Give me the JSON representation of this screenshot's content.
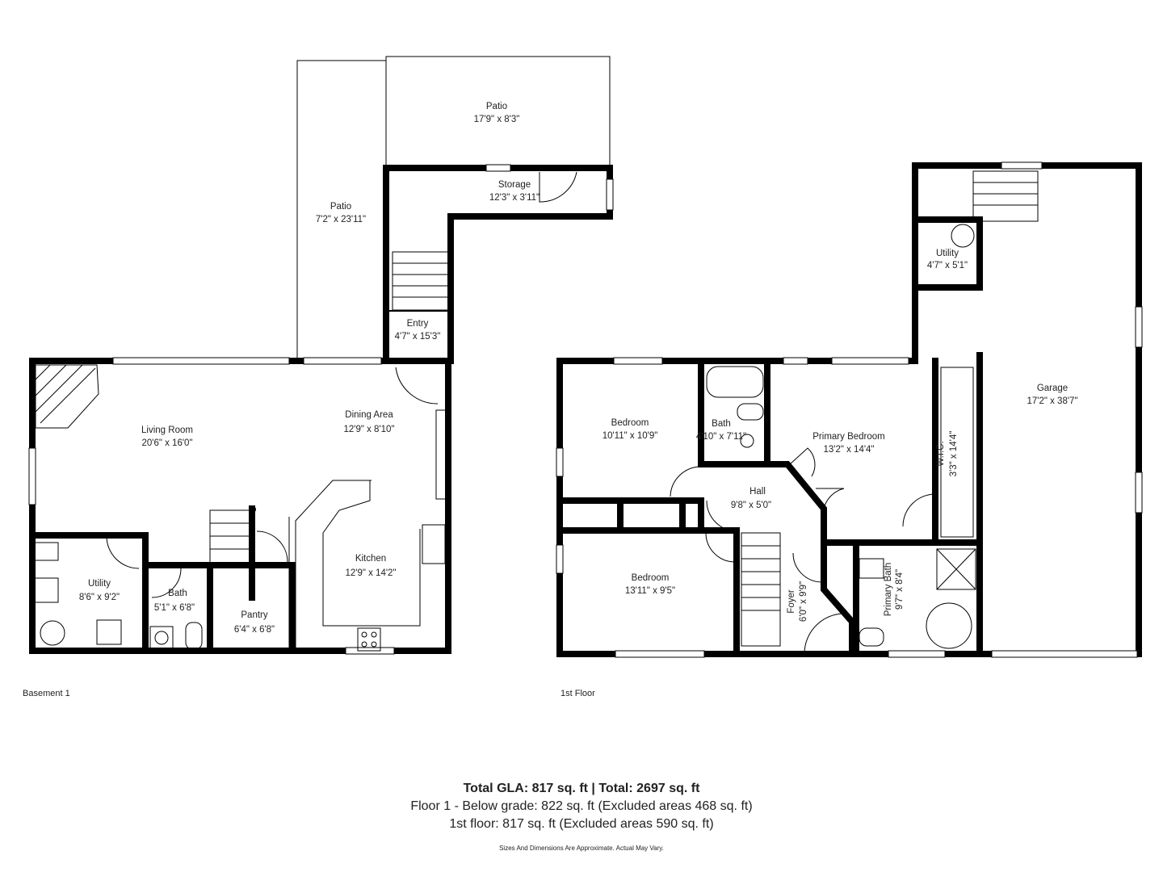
{
  "floors": [
    {
      "name": "Basement 1",
      "rooms": [
        {
          "name": "Patio",
          "dims": "17'9\" x 8'3\""
        },
        {
          "name": "Patio",
          "dims": "7'2\" x 23'11\""
        },
        {
          "name": "Storage",
          "dims": "12'3\" x 3'11\""
        },
        {
          "name": "Entry",
          "dims": "4'7\" x 15'3\""
        },
        {
          "name": "Living Room",
          "dims": "20'6\" x 16'0\""
        },
        {
          "name": "Dining Area",
          "dims": "12'9\" x 8'10\""
        },
        {
          "name": "Kitchen",
          "dims": "12'9\" x 14'2\""
        },
        {
          "name": "Utility",
          "dims": "8'6\" x 9'2\""
        },
        {
          "name": "Bath",
          "dims": "5'1\" x 6'8\""
        },
        {
          "name": "Pantry",
          "dims": "6'4\" x 6'8\""
        }
      ]
    },
    {
      "name": "1st Floor",
      "rooms": [
        {
          "name": "Utility",
          "dims": "4'7\" x 5'1\""
        },
        {
          "name": "Garage",
          "dims": "17'2\" x 38'7\""
        },
        {
          "name": "Bedroom",
          "dims": "10'11\" x 10'9\""
        },
        {
          "name": "Bath",
          "dims": "4'10\" x 7'11\""
        },
        {
          "name": "Primary Bedroom",
          "dims": "13'2\" x 14'4\""
        },
        {
          "name": "W.I.C.",
          "dims": "3'3\" x 14'4\""
        },
        {
          "name": "Hall",
          "dims": "9'8\" x 5'0\""
        },
        {
          "name": "Bedroom",
          "dims": "13'11\" x 9'5\""
        },
        {
          "name": "Foyer",
          "dims": "6'0\" x 9'9\""
        },
        {
          "name": "Primary Bath",
          "dims": "9'7\" x 8'4\""
        }
      ]
    }
  ],
  "summary": {
    "total": "Total GLA: 817 sq. ft | Total: 2697 sq. ft",
    "floor1": "Floor 1 - Below grade: 822 sq. ft (Excluded areas 468 sq. ft)",
    "floor2": "1st floor: 817 sq. ft (Excluded areas 590 sq. ft)",
    "disclaimer": "Sizes And Dimensions Are Approximate. Actual May Vary."
  }
}
